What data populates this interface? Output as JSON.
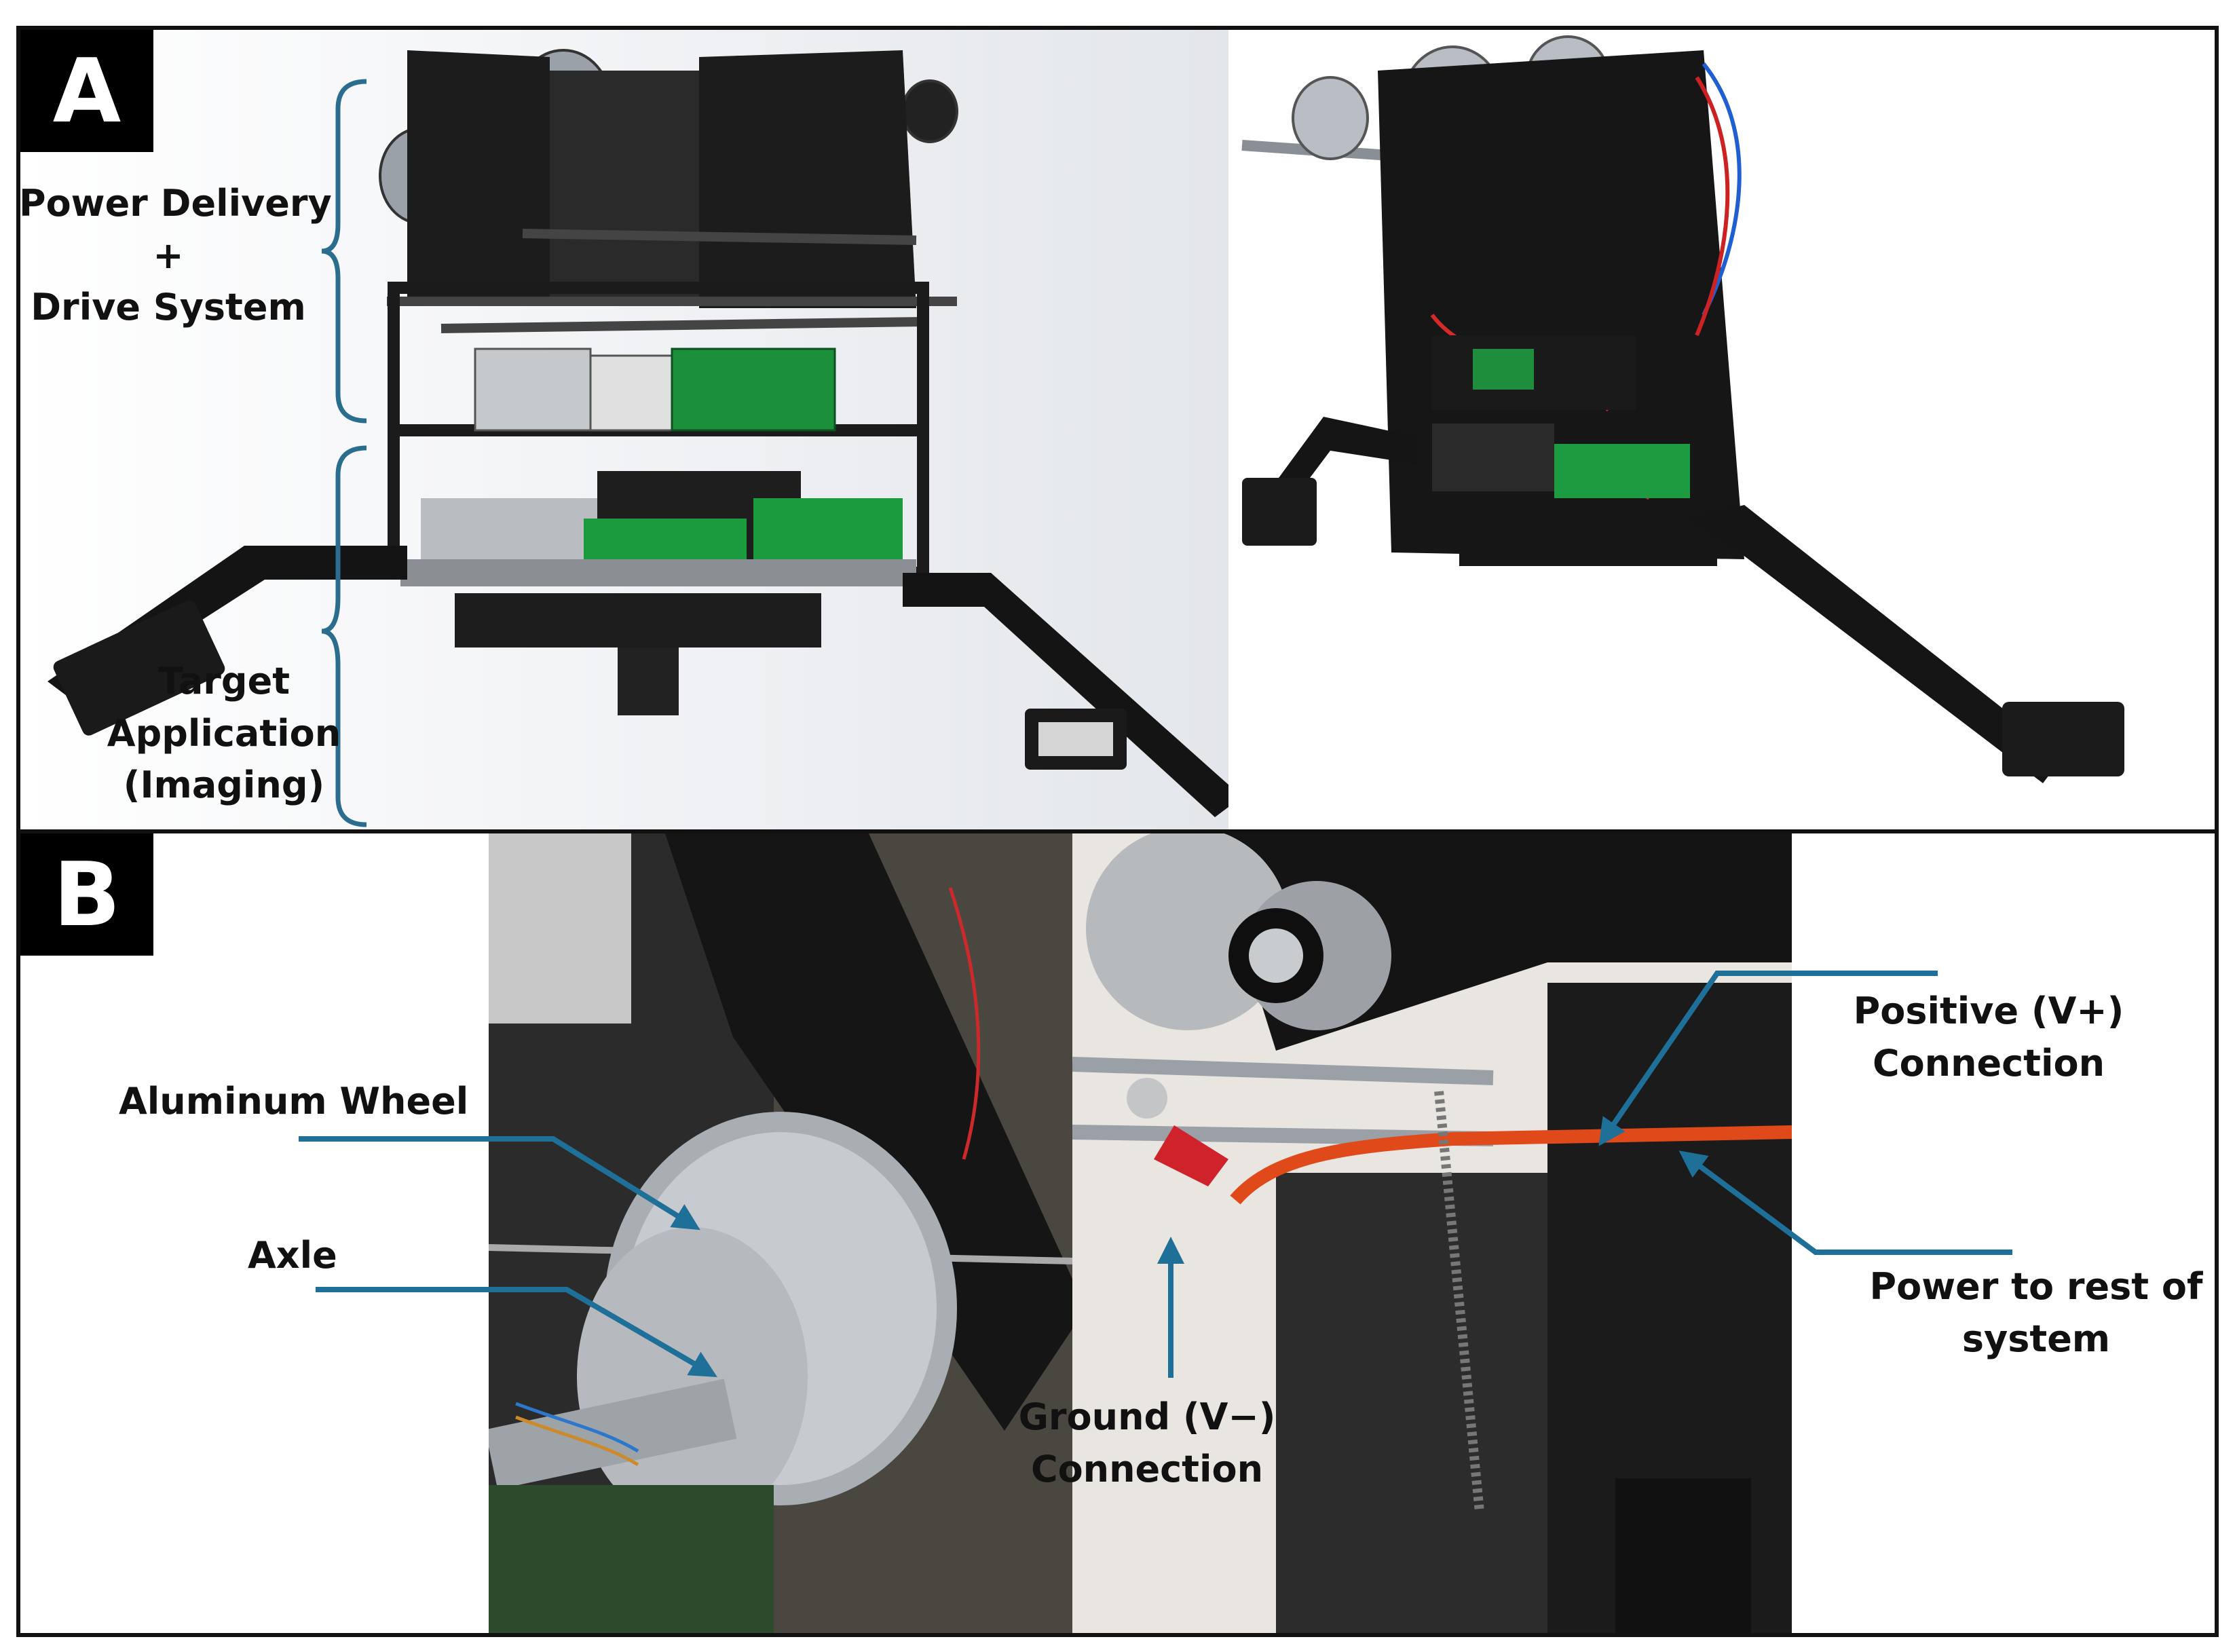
{
  "panel_a": {
    "badge": "A",
    "labels": {
      "power_l1": "Power Delivery",
      "power_l2": "+",
      "power_l3": "Drive System",
      "target_l1": "Target",
      "target_l2": "Application",
      "target_l3": "(Imaging)"
    }
  },
  "panel_b": {
    "badge": "B",
    "labels": {
      "aluminum_wheel": "Aluminum Wheel",
      "axle": "Axle",
      "positive_l1": "Positive (V+)",
      "positive_l2": "Connection",
      "power_rest_l1": "Power to rest of",
      "power_rest_l2": "system",
      "ground_l1": "Ground (V−)",
      "ground_l2": "Connection"
    }
  },
  "colors": {
    "frame": "#111111",
    "bracket": "#2a6d8f",
    "callout_arrow": "#1e7099",
    "badge_bg": "#000000",
    "badge_text": "#ffffff"
  }
}
